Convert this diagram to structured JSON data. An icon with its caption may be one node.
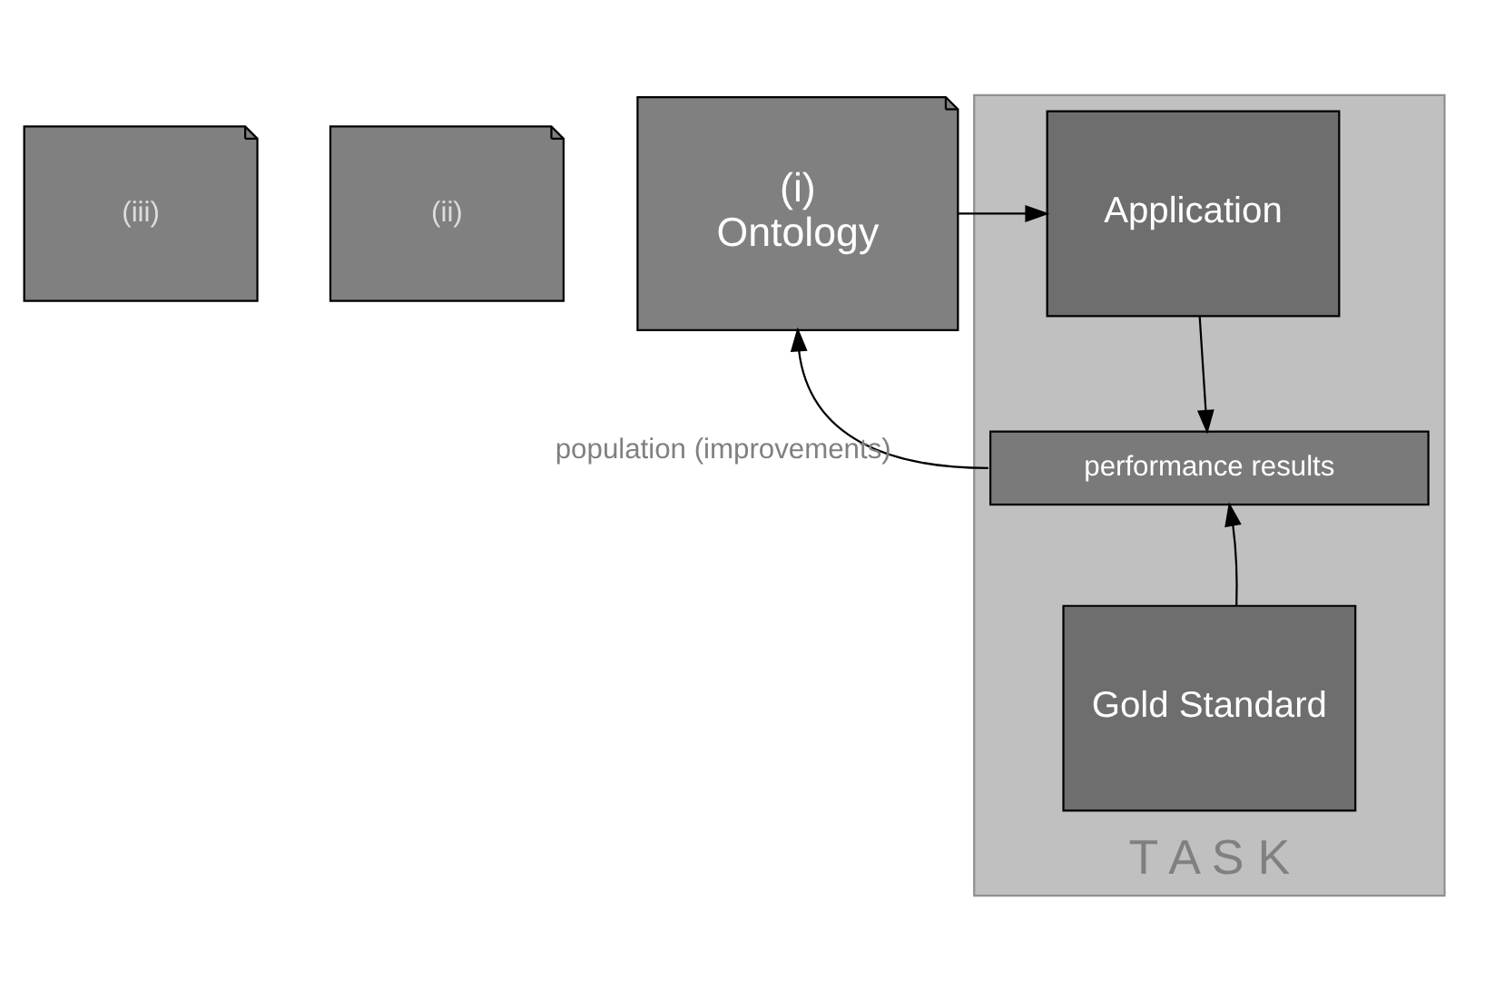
{
  "diagram": {
    "nodes": [
      {
        "text": [
          "(iii)"
        ]
      },
      {
        "text": [
          "(ii)"
        ]
      },
      {
        "text": [
          "(i)",
          "Ontology"
        ]
      },
      {
        "text": [
          "T A S K"
        ]
      },
      {
        "text": [
          "Application"
        ],
        "in": 3
      },
      {
        "text": [
          "performance results"
        ],
        "in": 3
      },
      {
        "text": [
          "Gold Standard"
        ],
        "in": 3
      }
    ],
    "edges": [
      {
        "from": 2,
        "to": 4,
        "arrow": "to"
      },
      {
        "from": 4,
        "to": 5,
        "arrow": "to"
      },
      {
        "from": 6,
        "to": 5,
        "arrow": "to"
      },
      {
        "from": 5,
        "to": 2,
        "arrow": "to",
        "label": "population (improvements)"
      }
    ]
  }
}
